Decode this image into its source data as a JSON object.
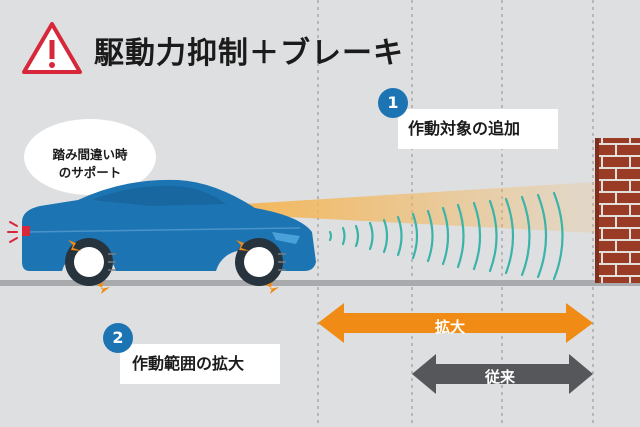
{
  "title": "駆動力抑制＋ブレーキ",
  "bubble": {
    "line1": "踏み間違い時",
    "line2": "のサポート"
  },
  "point1": {
    "number": "1",
    "label": "作動対象の追加"
  },
  "point2": {
    "number": "2",
    "label": "作動範囲の拡大"
  },
  "arrow_expanded": {
    "label": "拡大"
  },
  "arrow_conventional": {
    "label": "従来"
  },
  "colors": {
    "background": "#dedfe1",
    "car_body": "#1c74b3",
    "badge": "#1c74b3",
    "arrow_expanded": "#f08c16",
    "arrow_conventional": "#55575a",
    "wall_brick": "#9a3b26",
    "beam": "#f6b24a",
    "sonar_waves": "#3ab3a8",
    "warning_red": "#d6283a"
  }
}
